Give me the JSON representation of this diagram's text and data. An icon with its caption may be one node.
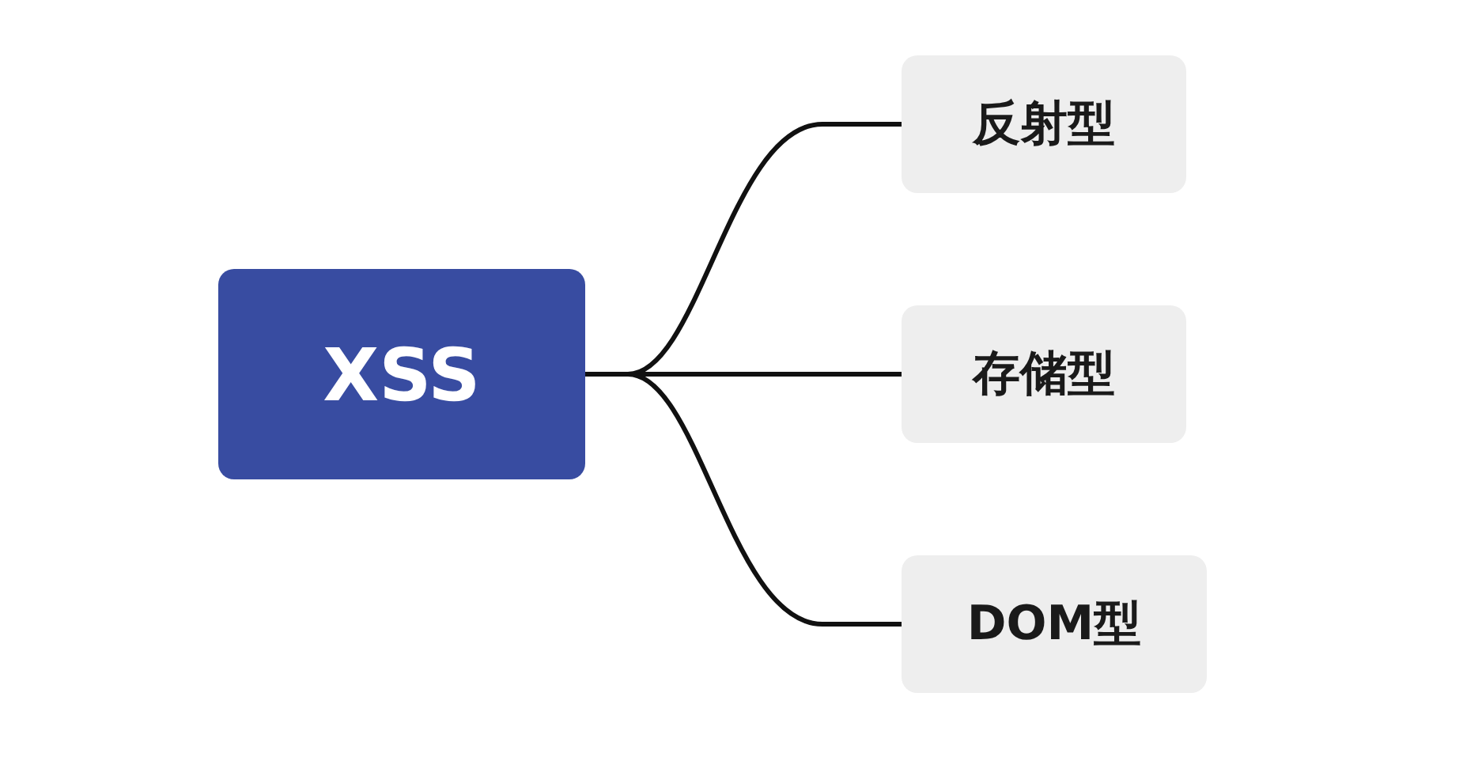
{
  "diagram": {
    "nodes": [
      {
        "text": [
          "XSS"
        ]
      },
      {
        "text": [
          "反射型"
        ]
      },
      {
        "text": [
          "存储型"
        ]
      },
      {
        "text": [
          "DOM型"
        ]
      }
    ],
    "edges": [
      {
        "from": 0,
        "to": 1,
        "arrow": "none"
      },
      {
        "from": 0,
        "to": 2,
        "arrow": "none"
      },
      {
        "from": 0,
        "to": 3,
        "arrow": "none"
      }
    ]
  }
}
